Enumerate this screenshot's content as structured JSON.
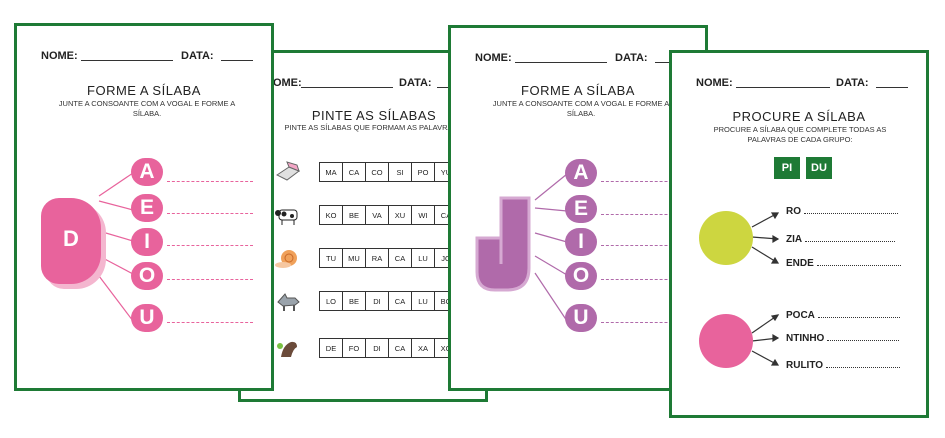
{
  "header": {
    "name_label": "NOME:",
    "date_label": "DATA:"
  },
  "sheet1": {
    "title": "FORME A SÍLABA",
    "instruction": "JUNTE A CONSOANTE COM A VOGAL E FORME A SÍLABA.",
    "consonant": "D",
    "vowels": [
      "A",
      "E",
      "I",
      "O",
      "U"
    ],
    "color": "#e8639c"
  },
  "sheet2": {
    "title": "PINTE AS SÍLABAS",
    "instruction": "PINTE AS SÍLABAS QUE FORMAM AS PALAVRAS",
    "rows": [
      {
        "icon": "eraser-icon",
        "cells": [
          "MA",
          "CA",
          "CO",
          "SI",
          "PO",
          "YU"
        ]
      },
      {
        "icon": "cow-icon",
        "cells": [
          "KO",
          "BE",
          "VA",
          "XU",
          "WI",
          "CA"
        ]
      },
      {
        "icon": "snail-icon",
        "cells": [
          "TU",
          "MU",
          "RA",
          "CA",
          "LU",
          "JO"
        ]
      },
      {
        "icon": "wolf-icon",
        "cells": [
          "LO",
          "BE",
          "DI",
          "CA",
          "LU",
          "BO"
        ]
      },
      {
        "icon": "seal-icon",
        "cells": [
          "DE",
          "FO",
          "DI",
          "CA",
          "XA",
          "XO"
        ]
      }
    ]
  },
  "sheet3": {
    "title": "FORME A SÍLABA",
    "instruction": "JUNTE A CONSOANTE COM A VOGAL E FORME A SÍLABA.",
    "consonant": "J",
    "vowels": [
      "A",
      "E",
      "I",
      "O",
      "U"
    ],
    "color": "#b06aaa"
  },
  "sheet4": {
    "title": "PROCURE A SÍLABA",
    "instruction": "PROCURE A SÍLABA QUE COMPLETE TODAS AS PALAVRAS DE CADA GRUPO:",
    "chips": [
      "PI",
      "DU"
    ],
    "group1": {
      "color": "#cdd640",
      "words": [
        "RO",
        "ZIA",
        "ENDE"
      ]
    },
    "group2": {
      "color": "#e8639c",
      "words": [
        "POCA",
        "NTINHO",
        "RULITO"
      ]
    }
  }
}
